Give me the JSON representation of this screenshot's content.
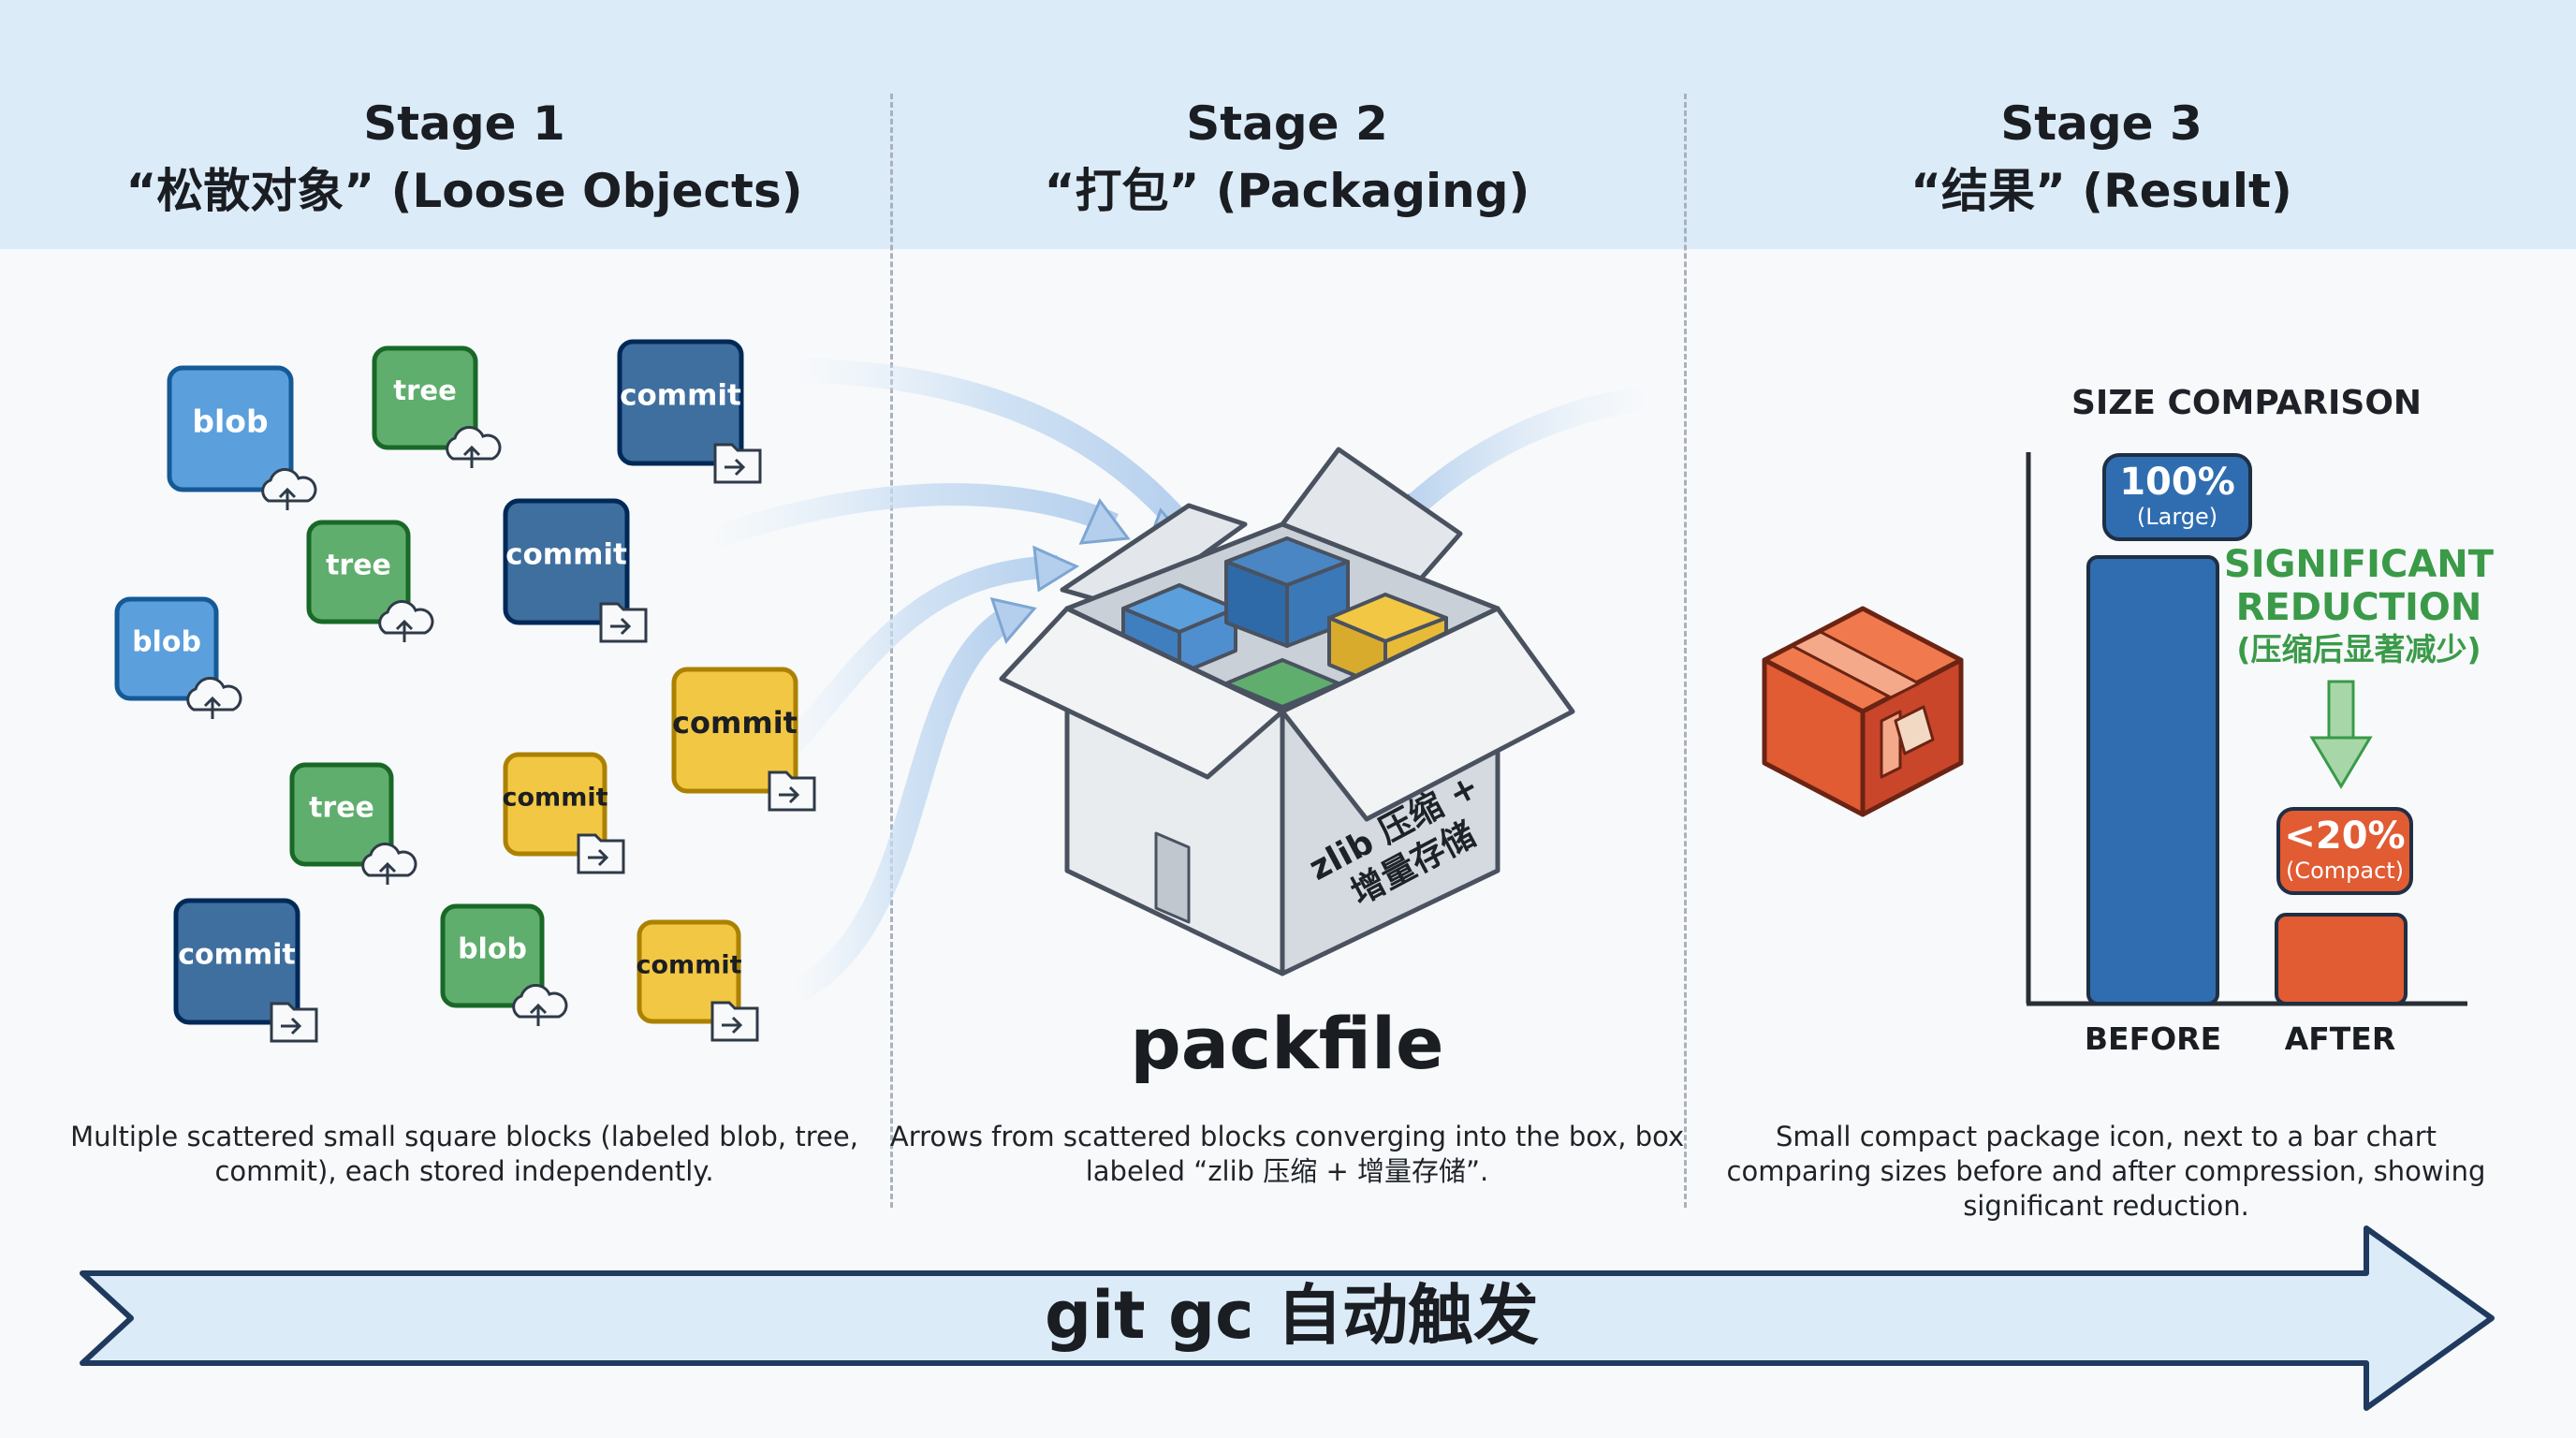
{
  "stages": [
    {
      "title": "Stage 1",
      "subtitle": "“松散对象” (Loose Objects)",
      "caption": "Multiple scattered small square blocks (labeled blob, tree, commit), each stored independently."
    },
    {
      "title": "Stage 2",
      "subtitle": "“打包” (Packaging)",
      "caption": "Arrows from scattered blocks converging into the box, box labeled “zlib 压缩 + 增量存储”."
    },
    {
      "title": "Stage 3",
      "subtitle": "“结果” (Result)",
      "caption": "Small compact package icon, next to a bar chart comparing sizes before and after compression, showing significant reduction."
    }
  ],
  "loose_blocks": [
    {
      "label": "blob",
      "kind": "blob",
      "color": "#5b9fdd"
    },
    {
      "label": "tree",
      "kind": "tree",
      "color": "#5fae6e"
    },
    {
      "label": "commit",
      "kind": "commit",
      "color": "#3f6f9e"
    },
    {
      "label": "tree",
      "kind": "tree",
      "color": "#5fae6e"
    },
    {
      "label": "commit",
      "kind": "commit",
      "color": "#3f6f9e"
    },
    {
      "label": "blob",
      "kind": "blob",
      "color": "#5b9fdd"
    },
    {
      "label": "commit",
      "kind": "commit",
      "color": "#f2c744"
    },
    {
      "label": "tree",
      "kind": "tree",
      "color": "#5fae6e"
    },
    {
      "label": "commit",
      "kind": "commit",
      "color": "#f2c744"
    },
    {
      "label": "commit",
      "kind": "commit",
      "color": "#3f6f9e"
    },
    {
      "label": "blob",
      "kind": "blob",
      "color": "#5fae6e"
    },
    {
      "label": "commit",
      "kind": "commit",
      "color": "#f2c744"
    }
  ],
  "packfile": {
    "label": "packfile",
    "box_label": "zlib 压缩 + 增量存储"
  },
  "comparison": {
    "title": "SIZE COMPARISON",
    "before": {
      "label": "BEFORE",
      "value_text": "100%",
      "note": "(Large)",
      "value": 100,
      "color": "#2f6db0"
    },
    "after": {
      "label": "AFTER",
      "value_text": "<20%",
      "note": "(Compact)",
      "value": 20,
      "color": "#e15b33"
    },
    "reduction_en": "SIGNIFICANT REDUCTION",
    "reduction_cn": "(压缩后显著减少)",
    "reduction_color": "#3a9a48"
  },
  "flow_arrow": {
    "label": "git gc 自动触发",
    "color": "#dcebf8"
  },
  "icons": {
    "blob": "cloud-upload-icon",
    "tree": "cloud-upload-icon",
    "commit": "folder-arrow-icon",
    "package": "package-box-icon"
  }
}
